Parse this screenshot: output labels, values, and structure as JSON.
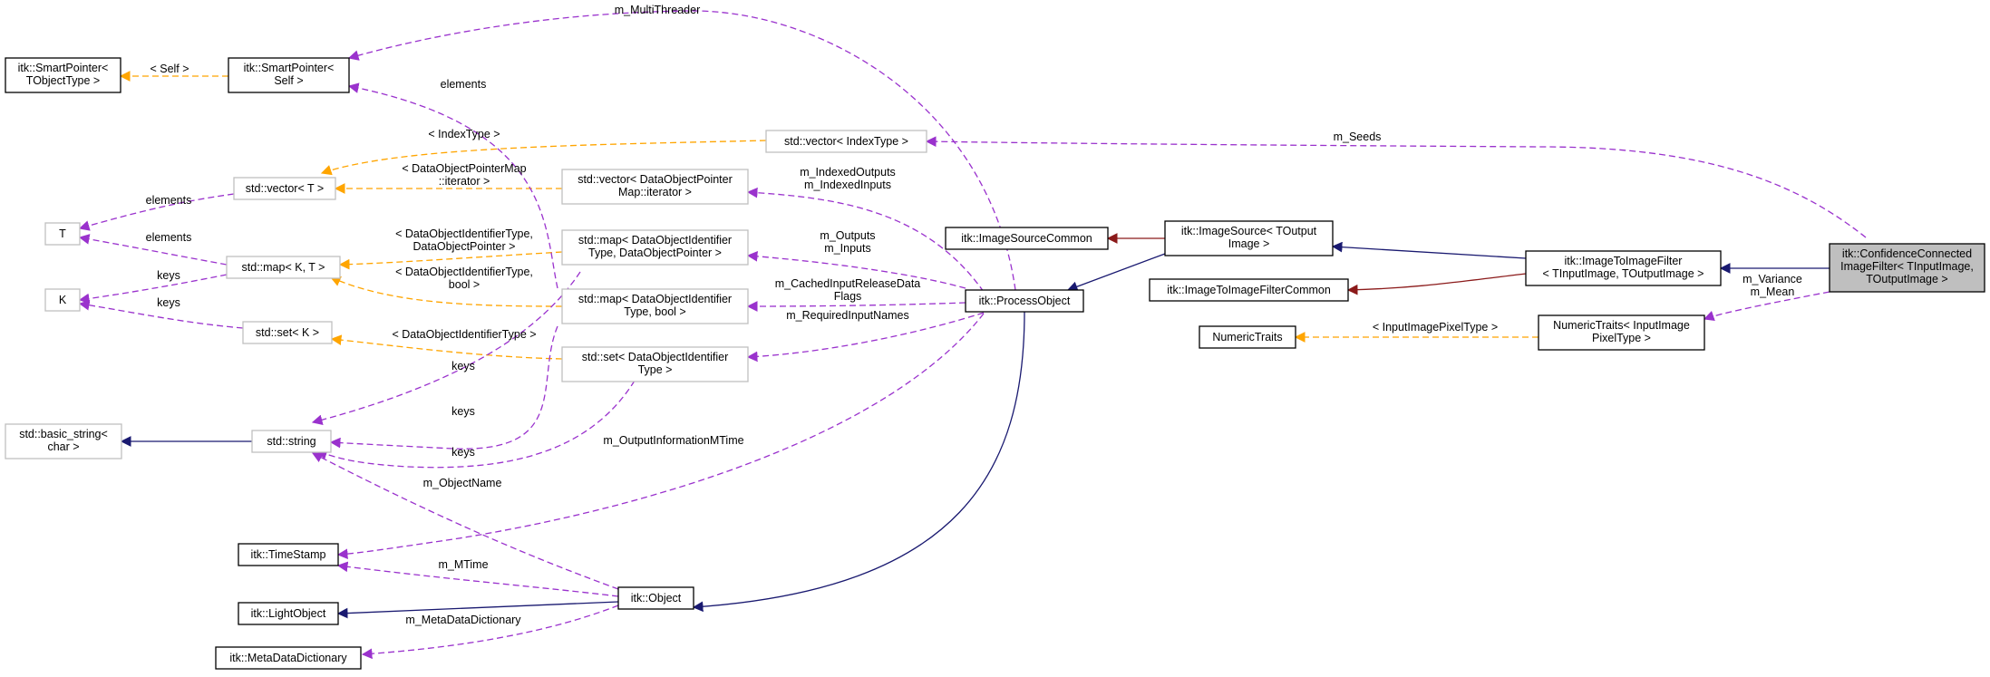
{
  "colors": {
    "inheritance": "#191970",
    "usage": "#9a32cd",
    "template": "#ffa500",
    "private": "#8b1a1a",
    "node_border": "#000000",
    "node_border_ghost": "#bfbfbf",
    "focus_fill": "#bfbfbf"
  },
  "nodes": {
    "smartptr_tobject": [
      "itk::SmartPointer<",
      "TObjectType >"
    ],
    "smartptr_self": [
      "itk::SmartPointer<",
      "Self >"
    ],
    "vector_indextype": [
      "std::vector< IndexType >"
    ],
    "vector_t": [
      "std::vector< T >"
    ],
    "vector_dop_iter": [
      "std::vector< DataObjectPointer",
      "Map::iterator >"
    ],
    "t": [
      "T"
    ],
    "k": [
      "K"
    ],
    "map_kt": [
      "std::map< K, T >"
    ],
    "set_k": [
      "std::set< K >"
    ],
    "map_doi_dop": [
      "std::map< DataObjectIdentifier",
      "Type, DataObjectPointer >"
    ],
    "map_doi_bool": [
      "std::map< DataObjectIdentifier",
      "Type, bool >"
    ],
    "set_doi": [
      "std::set< DataObjectIdentifier",
      "Type >"
    ],
    "basic_string": [
      "std::basic_string<",
      "char >"
    ],
    "string": [
      "std::string"
    ],
    "timestamp": [
      "itk::TimeStamp"
    ],
    "lightobject": [
      "itk::LightObject"
    ],
    "metadatadict": [
      "itk::MetaDataDictionary"
    ],
    "object": [
      "itk::Object"
    ],
    "processobject": [
      "itk::ProcessObject"
    ],
    "imagesourcecommon": [
      "itk::ImageSourceCommon"
    ],
    "imagesource": [
      "itk::ImageSource< TOutput",
      "Image >"
    ],
    "itifcommon": [
      "itk::ImageToImageFilterCommon"
    ],
    "numerictraits": [
      "NumericTraits"
    ],
    "itif": [
      "itk::ImageToImageFilter",
      "< TInputImage, TOutputImage >"
    ],
    "numtraits_pixel": [
      "NumericTraits< InputImage",
      "PixelType >"
    ],
    "ccif": [
      "itk::ConfidenceConnected",
      "ImageFilter< TInputImage,",
      "TOutputImage >"
    ]
  },
  "edge_labels": {
    "self": [
      "< Self >"
    ],
    "multithreader": [
      "m_MultiThreader"
    ],
    "seeds": [
      "m_Seeds"
    ],
    "elements_sp": [
      "elements"
    ],
    "indextype": [
      "< IndexType >"
    ],
    "dopmap_iter": [
      "< DataObjectPointerMap",
      "::iterator >"
    ],
    "indexed": [
      "m_IndexedOutputs",
      "m_IndexedInputs"
    ],
    "elements_vt": [
      "elements"
    ],
    "elements_mkt": [
      "elements"
    ],
    "doi_dop": [
      "< DataObjectIdentifierType,",
      "DataObjectPointer >"
    ],
    "outputs": [
      "m_Outputs",
      "m_Inputs"
    ],
    "keys_mkt": [
      "keys"
    ],
    "doi_bool": [
      "< DataObjectIdentifierType,",
      "bool >"
    ],
    "cached": [
      "m_CachedInputReleaseData",
      "Flags"
    ],
    "keys_set": [
      "keys"
    ],
    "doi_type": [
      "< DataObjectIdentifierType >"
    ],
    "required": [
      "m_RequiredInputNames"
    ],
    "keys_1": [
      "keys"
    ],
    "keys_2": [
      "keys"
    ],
    "keys_3": [
      "keys"
    ],
    "outinfo": [
      "m_OutputInformationMTime"
    ],
    "objectname": [
      "m_ObjectName"
    ],
    "mtime": [
      "m_MTime"
    ],
    "metadata": [
      "m_MetaDataDictionary"
    ],
    "variance": [
      "m_Variance",
      "m_Mean"
    ],
    "pixeltype": [
      "< InputImagePixelType >"
    ]
  }
}
